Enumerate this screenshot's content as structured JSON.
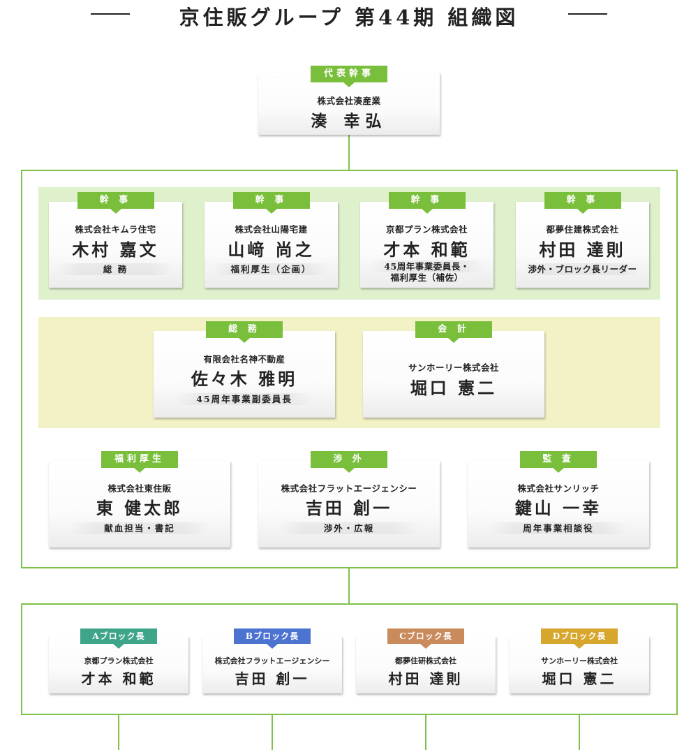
{
  "title": "京住販グループ 第44期 組織図",
  "colors": {
    "green": "#7abf3b",
    "frame_green": "#7dc24a",
    "band_green": "#dff0cd",
    "band_yellow": "#f2f2c6",
    "block_a": "#3fa58a",
    "block_b": "#4d73d1",
    "block_c": "#c98a5c",
    "block_d": "#d6a62d"
  },
  "representative": {
    "tag": "代表幹事",
    "company": "株式会社湊産業",
    "name": "湊 幸弘"
  },
  "secretaries": [
    {
      "tag": "幹 事",
      "company": "株式会社キムラ住宅",
      "name": "木村 嘉文",
      "role": "総 務"
    },
    {
      "tag": "幹 事",
      "company": "株式会社山陽宅建",
      "name": "山﨑 尚之",
      "role": "福利厚生（企画）"
    },
    {
      "tag": "幹 事",
      "company": "京都プラン株式会社",
      "name": "才本 和範",
      "role_line1": "45周年事業委員長・",
      "role_line2": "福利厚生（補佐）"
    },
    {
      "tag": "幹 事",
      "company": "都夢住建株式会社",
      "name": "村田 達則",
      "role": "渉外・ブロック長リーダー"
    }
  ],
  "middle": [
    {
      "tag": "総 務",
      "company": "有限会社名神不動産",
      "name": "佐々木 雅明",
      "role": "45周年事業副委員長"
    },
    {
      "tag": "会 計",
      "company": "サンホーリー株式会社",
      "name": "堀口 憲二"
    }
  ],
  "officers": [
    {
      "tag": "福利厚生",
      "company": "株式会社東住販",
      "name": "東 健太郎",
      "role": "献血担当・書記"
    },
    {
      "tag": "渉 外",
      "company": "株式会社フラットエージェンシー",
      "name": "吉田 創一",
      "role": "渉外・広報"
    },
    {
      "tag": "監 査",
      "company": "株式会社サンリッチ",
      "name": "鍵山 一幸",
      "role": "周年事業相談役"
    }
  ],
  "blocks": [
    {
      "tag": "Aブロック長",
      "company": "京都プラン株式会社",
      "name": "才本 和範"
    },
    {
      "tag": "Bブロック長",
      "company": "株式会社フラットエージェンシー",
      "name": "吉田 創一"
    },
    {
      "tag": "Cブロック長",
      "company": "都夢住研株式会社",
      "name": "村田 達則"
    },
    {
      "tag": "Dブロック長",
      "company": "サンホーリー株式会社",
      "name": "堀口 憲二"
    }
  ]
}
